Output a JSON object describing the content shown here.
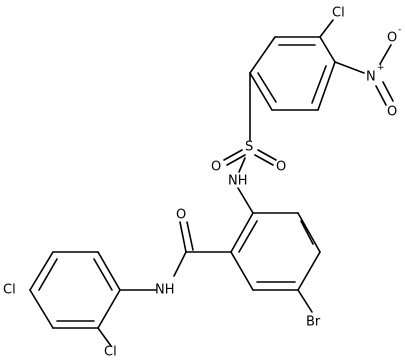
{
  "atoms": {
    "cl_top": "Cl",
    "n_nitro": "N",
    "n_plus": "+",
    "o_top": "O",
    "o_minus": "-",
    "o_bottom": "O",
    "s": "S",
    "o_s_left": "O",
    "o_s_right": "O",
    "nh_sulfonamide": "NH",
    "o_amide": "O",
    "nh_amide": "NH",
    "br": "Br",
    "cl_left": "Cl",
    "cl_bottom": "Cl"
  },
  "colors": {
    "bond": "#000000",
    "label": "#000000",
    "background": "#ffffff"
  }
}
